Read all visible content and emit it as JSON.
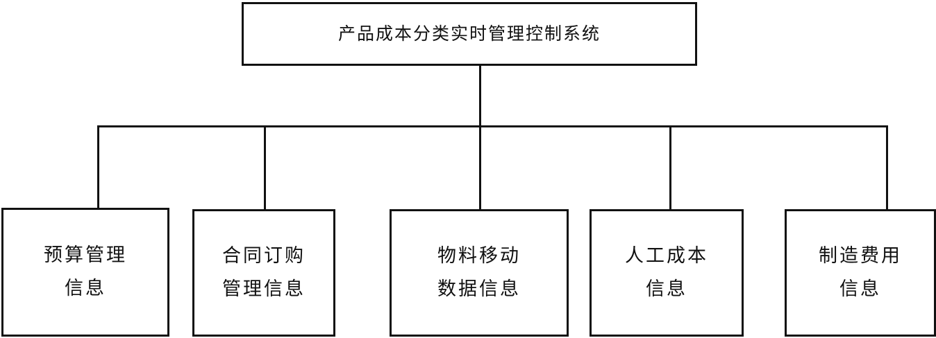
{
  "diagram": {
    "root": {
      "label": "产品成本分类实时管理控制系统"
    },
    "children": [
      {
        "line1": "预算管理",
        "line2": "信息"
      },
      {
        "line1": "合同订购",
        "line2": "管理信息"
      },
      {
        "line1": "物料移动",
        "line2": "数据信息"
      },
      {
        "line1": "人工成本",
        "line2": "信息"
      },
      {
        "line1": "制造费用",
        "line2": "信息"
      }
    ]
  }
}
